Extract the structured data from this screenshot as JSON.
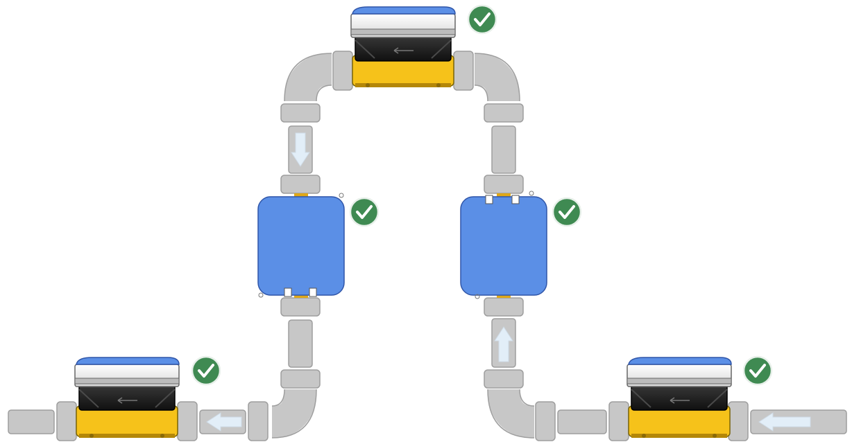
{
  "diagram": {
    "meters": [
      {
        "id": "top",
        "orientation": "horizontal",
        "status": "ok"
      },
      {
        "id": "bottom-left",
        "orientation": "horizontal",
        "status": "ok"
      },
      {
        "id": "bottom-right",
        "orientation": "horizontal",
        "status": "ok"
      },
      {
        "id": "vertical-left",
        "orientation": "vertical-down",
        "status": "ok"
      },
      {
        "id": "vertical-right",
        "orientation": "vertical-up",
        "status": "ok"
      }
    ],
    "flow_direction": "right-to-left",
    "check_icon": "check-circle-icon",
    "colors": {
      "pipe": "#c7c7c7",
      "pipe_outline": "#9e9e9e",
      "brass_body": "#f6c21a",
      "meter_lid": "#5b8fe6",
      "meter_window": "#1f1f1f",
      "check": "#3f8a52",
      "flow_arrow": "#e2eef8"
    }
  }
}
